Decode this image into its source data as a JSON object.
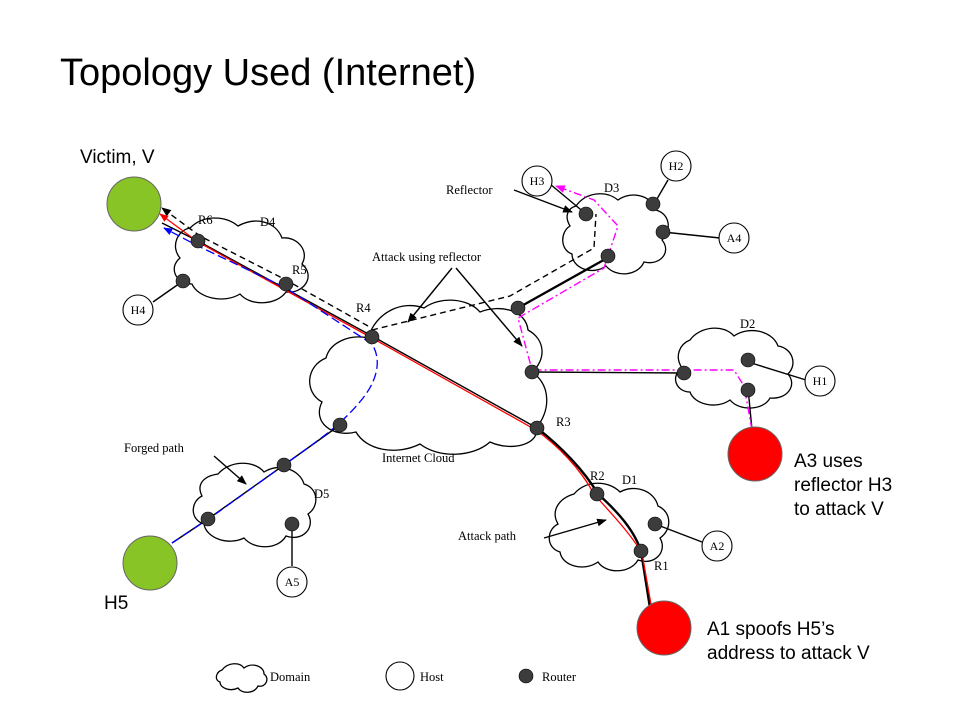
{
  "title": "Topology Used (Internet)",
  "notes": {
    "victim": "Victim, V",
    "h5": "H5",
    "a3": [
      "A3 uses",
      "reflector H3",
      "to attack V"
    ],
    "a1": [
      "A1 spoofs H5’s",
      "address to attack V"
    ]
  },
  "diagram": {
    "domains": [
      "D1",
      "D2",
      "D3",
      "D4",
      "D5"
    ],
    "cloud_label": "Internet Cloud",
    "routers": [
      "R1",
      "R2",
      "R3",
      "R4",
      "R5",
      "R6"
    ],
    "hosts": [
      "H1",
      "H2",
      "H3",
      "H4",
      "A2",
      "A4",
      "A5"
    ],
    "annotations": {
      "reflector": "Reflector",
      "attack_using_reflector": "Attack using reflector",
      "forged_path": "Forged path",
      "attack_path": "Attack path"
    },
    "legend": {
      "domain": "Domain",
      "host": "Host",
      "router": "Router"
    },
    "colors": {
      "victim_node": "#88c425",
      "attacker_node": "#ff0000",
      "attack_path": "#ff0000",
      "forged_path": "#0000ff",
      "reflector_path": "#ff00ff"
    }
  }
}
